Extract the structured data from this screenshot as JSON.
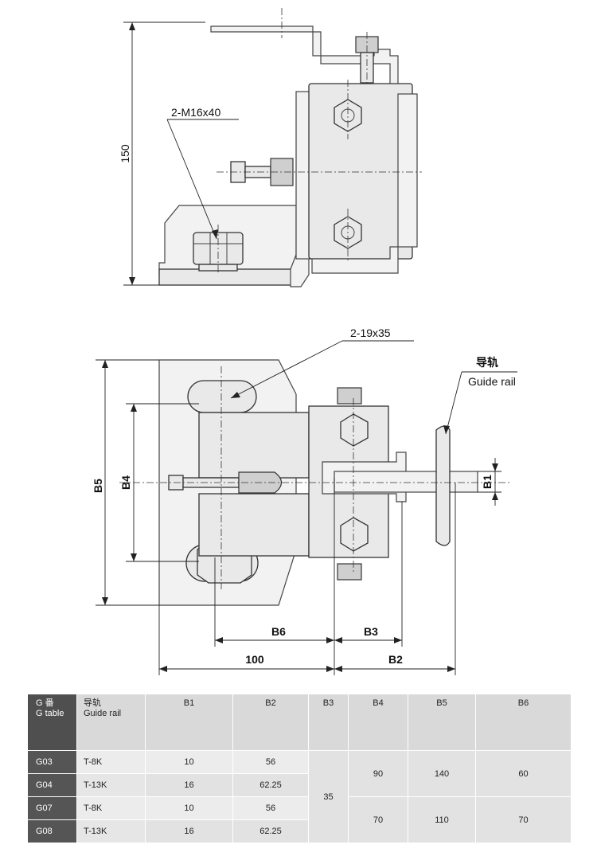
{
  "top_view": {
    "dim_height": "150",
    "bolt_label": "2-M16x40"
  },
  "bottom_view": {
    "slot_label": "2-19x35",
    "guide_rail_cn": "导轨",
    "guide_rail_en": "Guide rail",
    "dims": {
      "b1": "B1",
      "b2": "B2",
      "b3": "B3",
      "b4": "B4",
      "b5": "B5",
      "b6": "B6",
      "width_100": "100"
    }
  },
  "table": {
    "header": {
      "code_cn": "G 番",
      "code_en": "G table",
      "rail_cn": "导轨",
      "rail_en": "Guide rail",
      "b1": "B1",
      "b2": "B2",
      "b3": "B3",
      "b4": "B4",
      "b5": "B5",
      "b6": "B6"
    },
    "rows": [
      {
        "code": "G03",
        "rail": "T-8K",
        "b1": "10",
        "b2": "56"
      },
      {
        "code": "G04",
        "rail": "T-13K",
        "b1": "16",
        "b2": "62.25"
      },
      {
        "code": "G07",
        "rail": "T-8K",
        "b1": "10",
        "b2": "56"
      },
      {
        "code": "G08",
        "rail": "T-13K",
        "b1": "16",
        "b2": "62.25"
      }
    ],
    "b3_all": "35",
    "group1": {
      "b4": "90",
      "b5": "140",
      "b6": "60"
    },
    "group2": {
      "b4": "70",
      "b5": "110",
      "b6": "70"
    }
  }
}
